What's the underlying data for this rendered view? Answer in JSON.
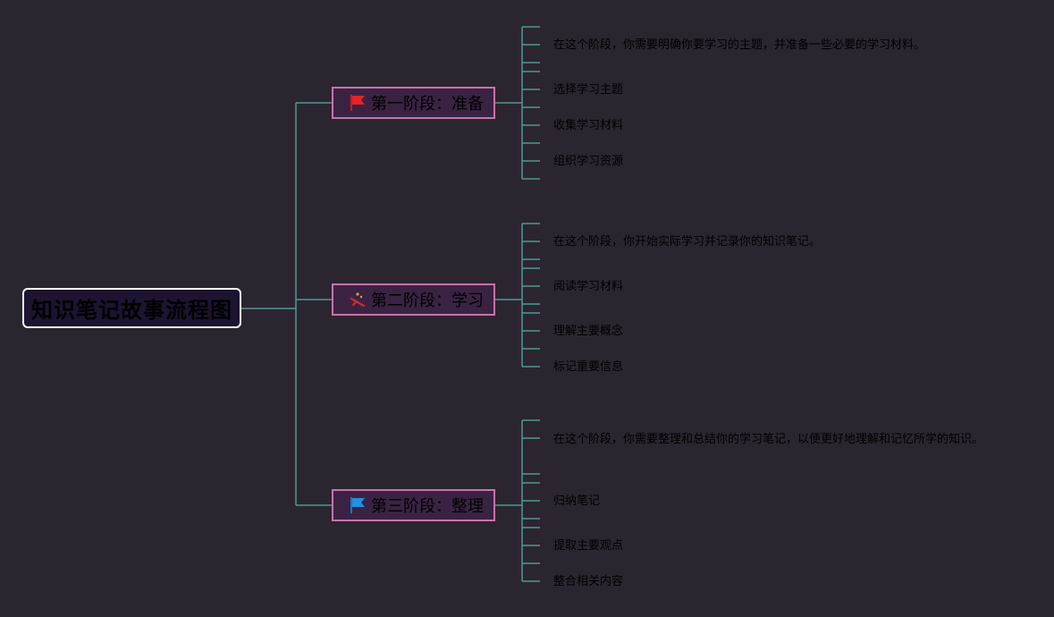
{
  "colors": {
    "background": "#2b2530",
    "connector": "#4f9a8f",
    "stage_border": "#c873ab",
    "root_border": "#ffffff"
  },
  "root": {
    "label": "知识笔记故事流程图"
  },
  "stages": [
    {
      "label": "第一阶段：准备",
      "icon": "red-flag-icon",
      "items": [
        "在这个阶段，你需要明确你要学习的主题，并准备一些必要的学习材料。",
        "选择学习主题",
        "收集学习材料",
        "组织学习资源"
      ]
    },
    {
      "label": "第二阶段：学习",
      "icon": "sparkle-icon",
      "items": [
        "在这个阶段，你开始实际学习并记录你的知识笔记。",
        "阅读学习材料",
        "理解主要概念",
        "标记重要信息"
      ]
    },
    {
      "label": "第三阶段：整理",
      "icon": "blue-flag-icon",
      "items": [
        "在这个阶段，你需要整理和总结你的学习笔记，以便更好地理解和记忆所学的知识。",
        "归纳笔记",
        "提取主要观点",
        "整合相关内容"
      ]
    }
  ]
}
